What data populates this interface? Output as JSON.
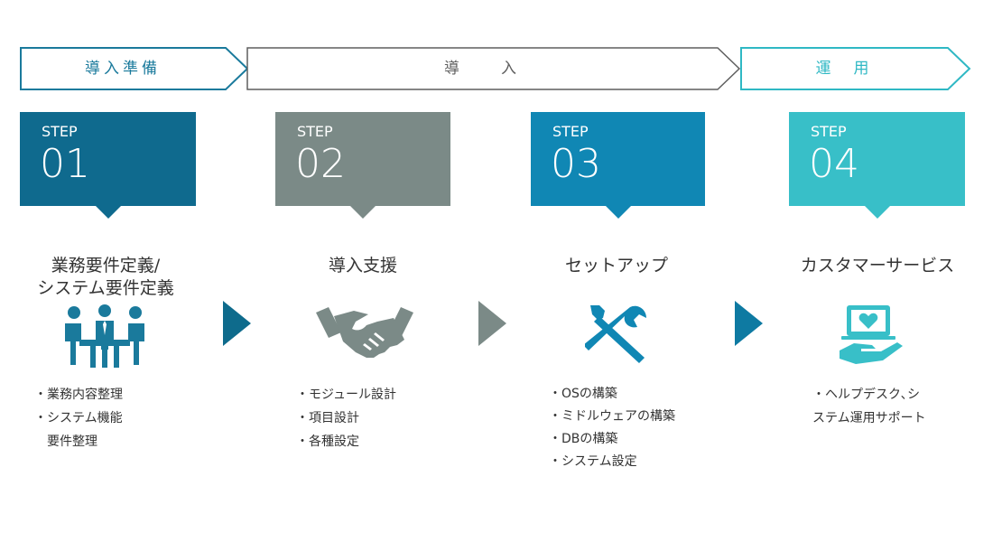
{
  "phases": [
    {
      "label": "導入準備",
      "color": "#1a7a9c"
    },
    {
      "label": "導　　入",
      "color": "#5f5f5f"
    },
    {
      "label": "運　用",
      "color": "#2fb8c4"
    }
  ],
  "steps": [
    {
      "word": "STEP",
      "num": "01",
      "color": "#0f6a8e",
      "title": "業務要件定義/\nシステム要件定義",
      "icon": "meeting-icon",
      "bullets": [
        "・業務内容整理",
        "・システム機能",
        "　要件整理"
      ]
    },
    {
      "word": "STEP",
      "num": "02",
      "color": "#7b8a87",
      "title": "導入支援",
      "icon": "handshake-icon",
      "bullets": [
        "・モジュール設計",
        "・項目設計",
        "・各種設定"
      ]
    },
    {
      "word": "STEP",
      "num": "03",
      "color": "#1087b4",
      "title": "セットアップ",
      "icon": "tools-icon",
      "bullets": [
        "・OSの構築",
        "・ミドルウェアの構築",
        "・DBの構築",
        "・システム設定"
      ]
    },
    {
      "word": "STEP",
      "num": "04",
      "color": "#38bfc8",
      "title": "カスタマーサービス",
      "icon": "heart-support-icon",
      "bullets": [
        "・ヘルプデスク､シ",
        "ステム運用サポート"
      ]
    }
  ],
  "arrow_colors": [
    "#0e6b8c",
    "#7b8a87",
    "#0e7aa2"
  ]
}
